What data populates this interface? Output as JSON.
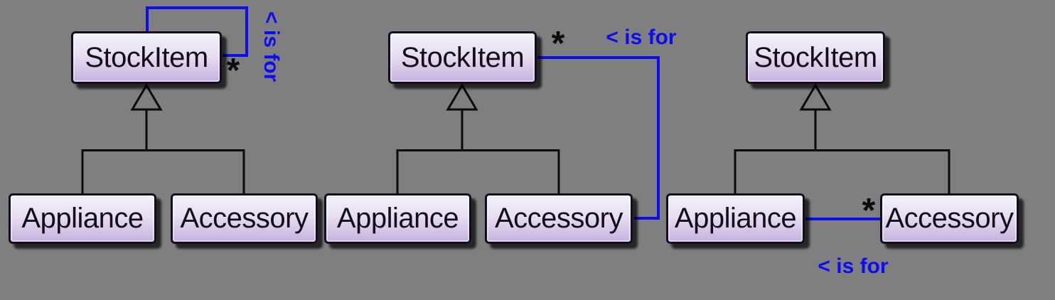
{
  "canvas": {
    "background_color": "#7f7f7f",
    "accent_blue": "#0d0df0",
    "line_black": "#0a0a0a",
    "box_fill_top": "#f4f1fb",
    "box_fill_bottom": "#c6b1df"
  },
  "diagrams": [
    {
      "id": "left",
      "superclass": "StockItem",
      "subclasses": [
        "Appliance",
        "Accessory"
      ],
      "association": {
        "style": "self-loop-on-superclass",
        "label": "< is for",
        "multiplicity": "*"
      }
    },
    {
      "id": "middle",
      "superclass": "StockItem",
      "subclasses": [
        "Appliance",
        "Accessory"
      ],
      "association": {
        "style": "superclass-to-subclass",
        "label": "< is for",
        "multiplicity": "*"
      }
    },
    {
      "id": "right",
      "superclass": "StockItem",
      "subclasses": [
        "Appliance",
        "Accessory"
      ],
      "association": {
        "style": "subclass-to-subclass",
        "label": "< is for",
        "multiplicity": "*"
      }
    }
  ]
}
